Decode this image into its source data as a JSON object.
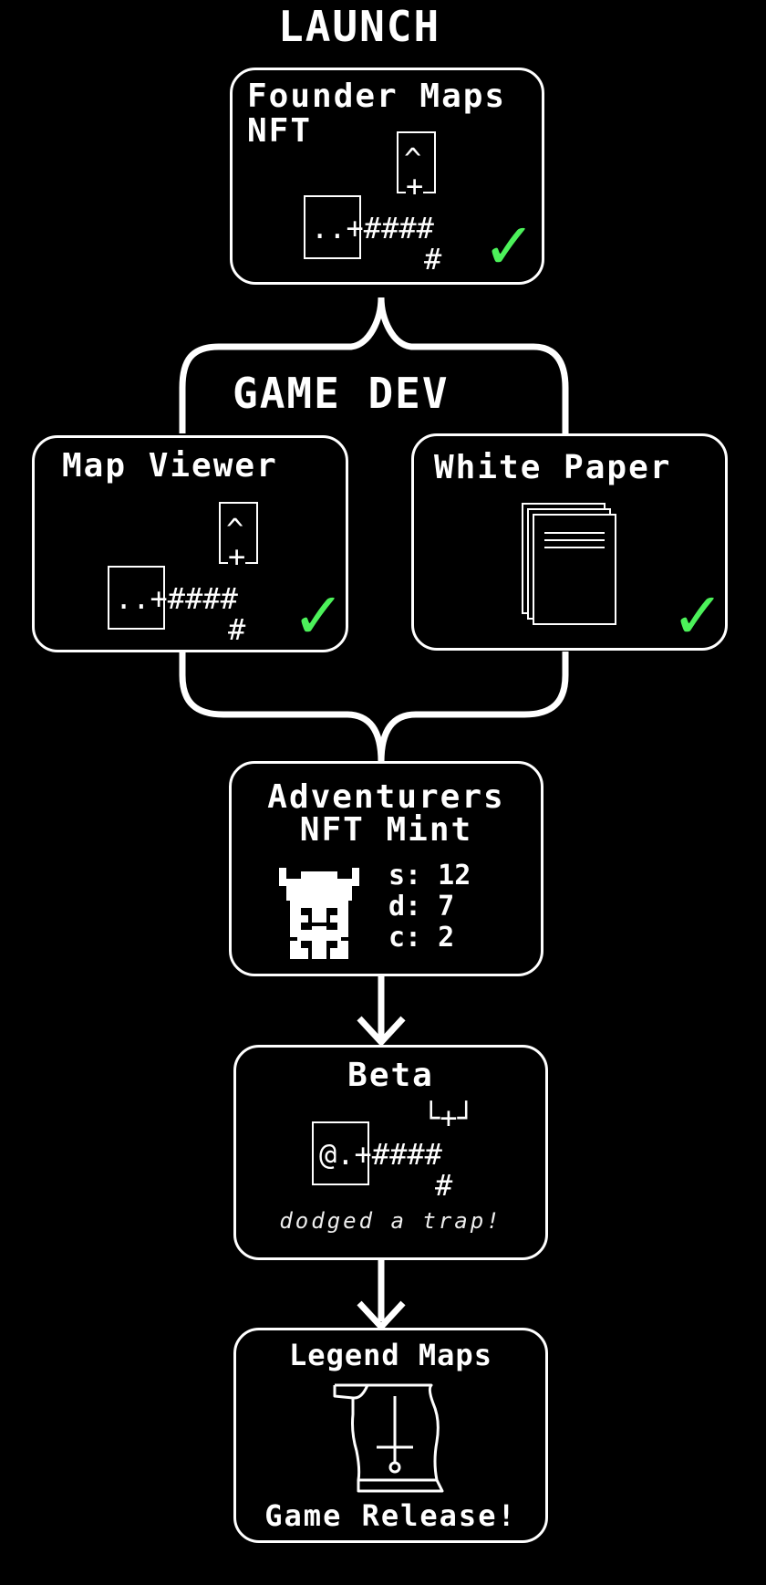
{
  "colors": {
    "background": "#000000",
    "stroke": "#ffffff",
    "check": "#4cf15a"
  },
  "launch": {
    "heading": "LAUNCH",
    "title_line1": "Founder Maps",
    "title_line2": "NFT",
    "map_top": "^",
    "map_door": "+",
    "map_corridor": "..+####",
    "map_below": "#",
    "status_icon": "check-icon"
  },
  "game_dev": {
    "heading": "GAME DEV",
    "map_viewer": {
      "title": "Map Viewer",
      "map_top": "^",
      "map_door": "+",
      "map_corridor": "..+####",
      "map_below": "#",
      "status_icon": "check-icon"
    },
    "white_paper": {
      "title": "White Paper",
      "icon": "document-stack-icon",
      "status_icon": "check-icon"
    }
  },
  "adventurers": {
    "title_line1": "Adventurers",
    "title_line2": "NFT Mint",
    "icon": "viking-helmet-icon",
    "stats": [
      "s: 12",
      "d: 7",
      "c: 2"
    ]
  },
  "beta": {
    "title": "Beta",
    "map_top": "└+┘",
    "map_corridor": "@.+####",
    "map_below": "#",
    "caption": "dodged a trap!"
  },
  "legend": {
    "title": "Legend Maps",
    "icon": "scroll-sword-icon",
    "footer": "Game Release!"
  }
}
